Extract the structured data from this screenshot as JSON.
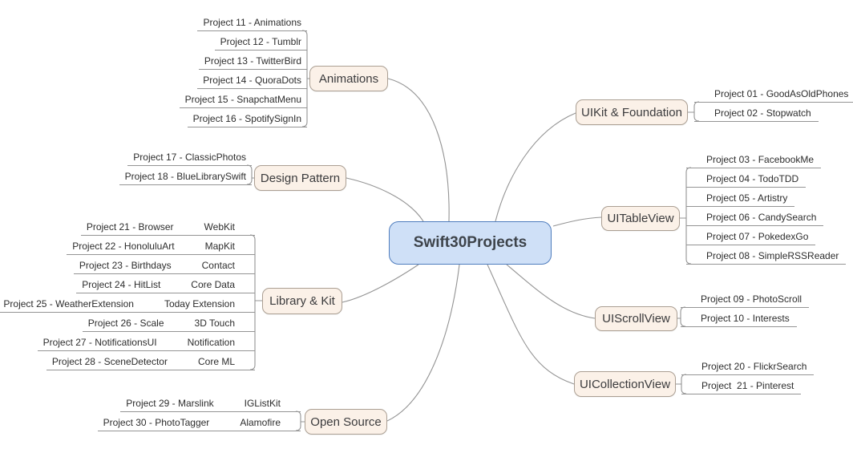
{
  "root": {
    "label": "Swift30Projects"
  },
  "branches": [
    {
      "label": "UIKit & Foundation",
      "side": "right",
      "leaves": [
        {
          "label": "Project 01 - GoodAsOldPhones"
        },
        {
          "label": "Project 02 - Stopwatch"
        }
      ]
    },
    {
      "label": "UITableView",
      "side": "right",
      "leaves": [
        {
          "label": "Project 03 - FacebookMe"
        },
        {
          "label": "Project 04 - TodoTDD"
        },
        {
          "label": "Project 05 - Artistry"
        },
        {
          "label": "Project 06 - CandySearch"
        },
        {
          "label": "Project 07 - PokedexGo"
        },
        {
          "label": "Project 08 - SimpleRSSReader"
        }
      ]
    },
    {
      "label": "UIScrollView",
      "side": "right",
      "leaves": [
        {
          "label": "Project 09 - PhotoScroll"
        },
        {
          "label": "Project 10 - Interests"
        }
      ]
    },
    {
      "label": "Animations",
      "side": "left",
      "leaves": [
        {
          "label": "Project 11 - Animations"
        },
        {
          "label": "Project 12 - Tumblr"
        },
        {
          "label": "Project 13 - TwitterBird"
        },
        {
          "label": "Project 14 - QuoraDots"
        },
        {
          "label": "Project 15 - SnapchatMenu"
        },
        {
          "label": "Project 16 - SpotifySignIn"
        }
      ]
    },
    {
      "label": "Design Pattern",
      "side": "left",
      "leaves": [
        {
          "label": "Project 17 - ClassicPhotos"
        },
        {
          "label": "Project 18 - BlueLibrarySwift"
        }
      ]
    },
    {
      "label": "UICollectionView",
      "side": "right",
      "leaves": [
        {
          "label": "Project 20 - FlickrSearch"
        },
        {
          "label": "Project  21 - Pinterest"
        }
      ]
    },
    {
      "label": "Library & Kit",
      "side": "left",
      "leaves": [
        {
          "project": "Project 21 - Browser",
          "framework": "WebKit"
        },
        {
          "project": "Project 22 - HonoluluArt",
          "framework": "MapKit"
        },
        {
          "project": "Project 23 - Birthdays",
          "framework": "Contact"
        },
        {
          "project": "Project 24 - HitList",
          "framework": "Core Data"
        },
        {
          "project": "Project 25 - WeatherExtension",
          "framework": "Today Extension"
        },
        {
          "project": "Project 26 - Scale",
          "framework": "3D Touch"
        },
        {
          "project": "Project 27 - NotificationsUI",
          "framework": "Notification"
        },
        {
          "project": "Project 28 - SceneDetector",
          "framework": "Core ML"
        }
      ]
    },
    {
      "label": "Open Source",
      "side": "left",
      "leaves": [
        {
          "project": "Project 29 - Marslink",
          "framework": "IGListKit"
        },
        {
          "project": "Project 30 - PhotoTagger",
          "framework": "Alamofire"
        }
      ]
    }
  ],
  "colors": {
    "root_fill": "#cfe0f7",
    "root_border": "#4e7cbd",
    "root_text": "#3e444b",
    "branch_fill": "#fbf1e8",
    "branch_border": "#ab9f93",
    "branch_text": "#3b3b3d",
    "leaf_text": "#2d2d2d",
    "line_color": "#949494"
  }
}
